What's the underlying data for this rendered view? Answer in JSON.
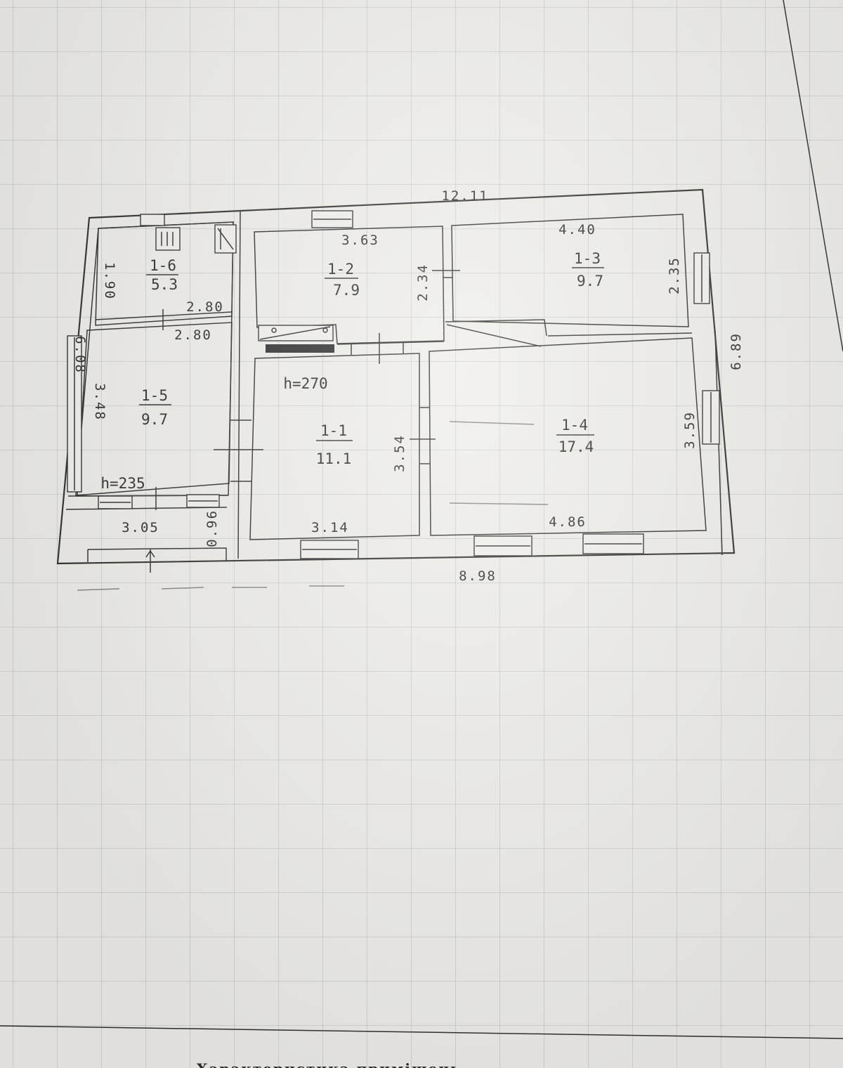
{
  "dimensions": {
    "top_total": "12.11",
    "bottom_total": "8.98",
    "left_total": "6.08",
    "right_total": "6.89",
    "room_1_2_width": "3.63",
    "room_1_3_width": "4.40",
    "room_1_2_depth": "2.34",
    "room_1_3_depth": "2.35",
    "room_1_6_depth": "1.90",
    "room_1_6_width": "2.80",
    "room_1_5_width": "2.80",
    "room_1_5_depth": "3.48",
    "room_1_1_depth": "3.54",
    "room_1_4_depth": "3.59",
    "room_1_1_width": "3.14",
    "room_1_4_width": "4.86",
    "porch_width": "3.05",
    "porch_depth": "0.96"
  },
  "heights": {
    "main": "h=270",
    "annex": "h=235"
  },
  "rooms": [
    {
      "id": "1-1",
      "area": "11.1"
    },
    {
      "id": "1-2",
      "area": "7.9"
    },
    {
      "id": "1-3",
      "area": "9.7"
    },
    {
      "id": "1-4",
      "area": "17.4"
    },
    {
      "id": "1-5",
      "area": "9.7"
    },
    {
      "id": "1-6",
      "area": "5.3"
    }
  ],
  "footer_text": "Характеристика приміщень"
}
